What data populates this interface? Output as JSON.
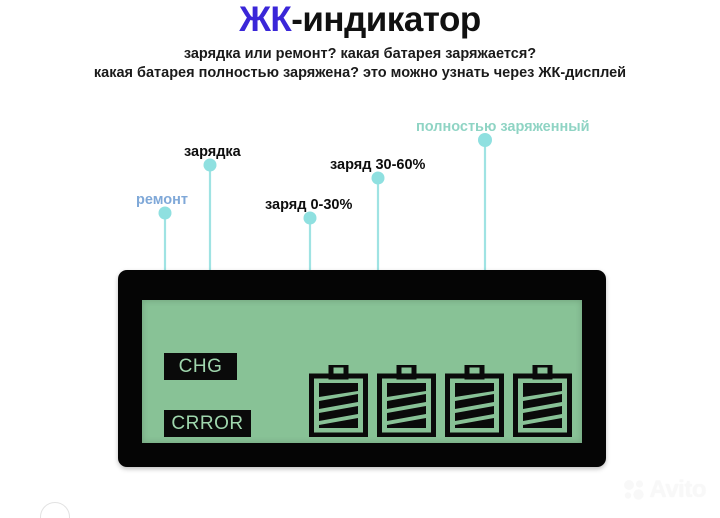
{
  "heading": {
    "accent_text": "ЖК",
    "rest_text": "-индикатор",
    "accent_color": "#3a26d8"
  },
  "subtitle": {
    "line1": "зарядка или ремонт? какая батарея заряжается?",
    "line2": "какая батарея полностью заряжена? это можно узнать через ЖК-дисплей"
  },
  "callouts": [
    {
      "id": "repair",
      "label": "ремонт",
      "color": "#7fa8d8"
    },
    {
      "id": "charging",
      "label": "зарядка",
      "color": "#0d0d0d"
    },
    {
      "id": "charge-0-30",
      "label": "заряд 0-30%",
      "color": "#0d0d0d"
    },
    {
      "id": "charge-30-60",
      "label": "заряд 30-60%",
      "color": "#0d0d0d"
    },
    {
      "id": "full",
      "label": "полностью заряженный",
      "color": "#8fd4c4"
    }
  ],
  "pointer": {
    "dot_color": "#8fe0e0",
    "line_color": "#9fe3e3",
    "inner_line_color": "#5a5ad0"
  },
  "lcd": {
    "bezel_color": "#050505",
    "screen_color": "#88c296",
    "segment_color": "#0a0a0a",
    "chip_text_color": "#9fd6ad",
    "status_chg": "CHG",
    "status_error": "CRROR",
    "batteries": [
      {
        "id": "battery-1",
        "level_label": "заряд 0-30%"
      },
      {
        "id": "battery-2",
        "level_label": "заряд 0-30%"
      },
      {
        "id": "battery-3",
        "level_label": "заряд 30-60%"
      },
      {
        "id": "battery-4",
        "level_label": "полностью заряженный"
      }
    ]
  },
  "watermark": {
    "brand": "Avito"
  }
}
